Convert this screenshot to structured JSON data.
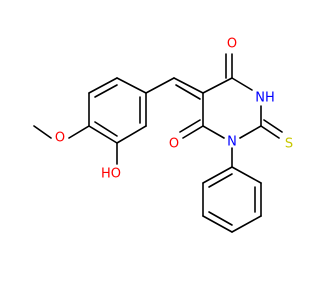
{
  "molecule": {
    "atoms": {
      "o_top": {
        "text": "O",
        "color": "#ff0000"
      },
      "nh": {
        "text": "NH",
        "color": "#0000ff"
      },
      "s": {
        "text": "S",
        "color": "#c8c800"
      },
      "n": {
        "text": "N",
        "color": "#0000ff"
      },
      "o_bottom": {
        "text": "O",
        "color": "#ff0000"
      },
      "o_methoxy": {
        "text": "O",
        "color": "#ff0000"
      },
      "ho": {
        "text": "HO",
        "color": "#ff0000"
      }
    }
  }
}
